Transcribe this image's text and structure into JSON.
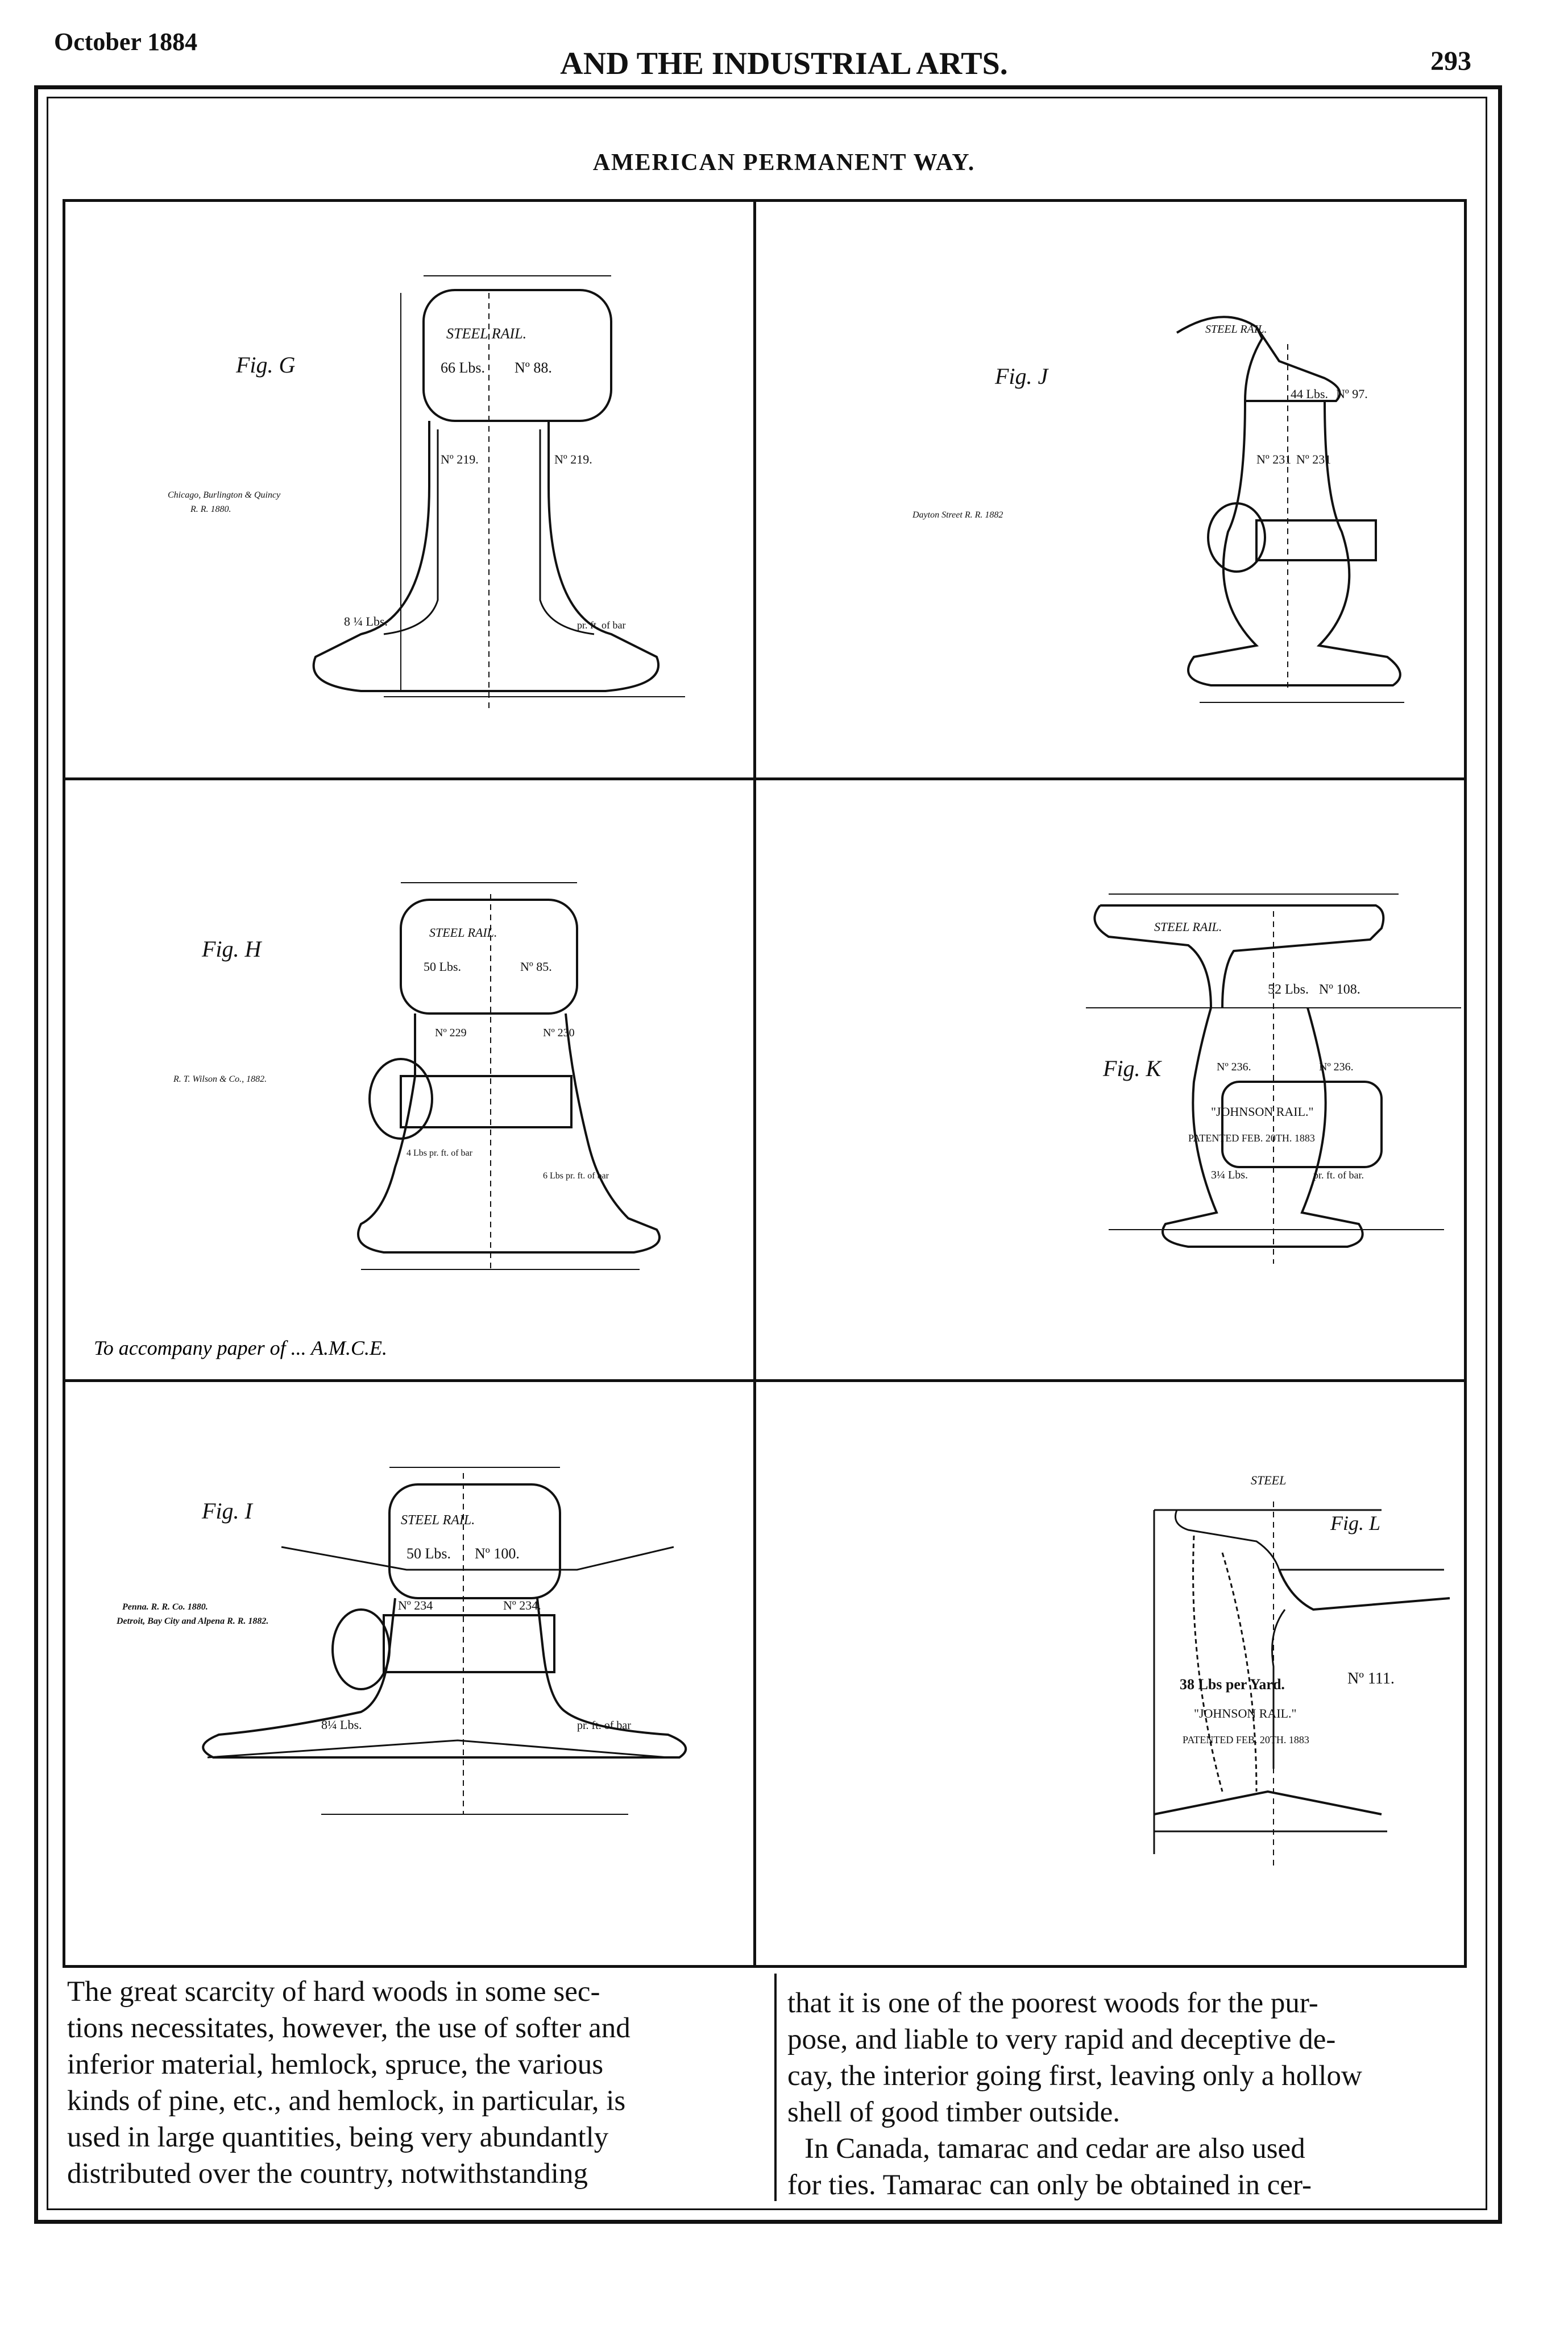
{
  "header": {
    "date": "October 1884",
    "running_title": "AND THE INDUSTRIAL ARTS.",
    "page_number": "293"
  },
  "plate": {
    "title": "AMERICAN PERMANENT WAY.",
    "signature": "To accompany paper of ... A.M.C.E.",
    "figures": {
      "g": {
        "label": "Fig. G",
        "rail_top": "STEEL RAIL.",
        "weight": "66 Lbs.",
        "number": "Nº 88.",
        "bar_left": "Nº 219.",
        "bar_right": "Nº 219.",
        "foot_left": "8 ¼ Lbs.",
        "foot_right": "pr. ft. of bar",
        "source_line1": "Chicago, Burlington & Quincy",
        "source_line2": "R. R. 1880."
      },
      "j": {
        "label": "Fig. J",
        "rail_top": "STEEL RAIL.",
        "weight": "44 Lbs.",
        "number": "Nº 97.",
        "bar_left": "Nº 231",
        "bar_right": "Nº 231",
        "source": "Dayton Street R. R. 1882"
      },
      "h": {
        "label": "Fig. H",
        "rail_top": "STEEL RAIL.",
        "weight": "50 Lbs.",
        "number": "Nº 85.",
        "bar_left": "Nº 229",
        "bar_right": "Nº 230",
        "foot_left": "4 Lbs pr. ft. of bar",
        "foot_right": "6 Lbs pr. ft. of bar",
        "source": "R. T. Wilson & Co., 1882."
      },
      "k": {
        "label": "Fig. K",
        "rail_top": "STEEL RAIL.",
        "weight": "52 Lbs.",
        "number": "Nº 108.",
        "bar_left": "Nº 236.",
        "bar_right": "Nº 236.",
        "johnson": "\"JOHNSON RAIL.\"",
        "patent": "PATENTED FEB. 20TH. 1883",
        "foot_left": "3¼ Lbs.",
        "foot_right": "pr. ft. of bar."
      },
      "i": {
        "label": "Fig. I",
        "rail_top": "STEEL RAIL.",
        "weight": "50 Lbs.",
        "number": "Nº 100.",
        "bar_left": "Nº 234",
        "bar_right": "Nº 234.",
        "foot_left": "8¼ Lbs.",
        "foot_right": "pr. ft. of bar",
        "source_line1": "Penna. R. R. Co. 1880.",
        "source_line2": "Detroit, Bay City and Alpena R. R. 1882."
      },
      "l": {
        "label": "Fig. L",
        "rail_top": "STEEL",
        "weight": "38 Lbs per Yard.",
        "number": "Nº 111.",
        "johnson": "\"JOHNSON RAIL.\"",
        "patent": "PATENTED FEB. 20TH. 1883"
      }
    }
  },
  "body": {
    "left_column": [
      "The great scarcity of hard woods in some sec-",
      "tions necessitates, however, the use of softer and",
      "inferior material, hemlock, spruce, the various",
      "kinds of pine, etc., and hemlock, in particular, is",
      "used in large quantities, being very abundantly",
      "distributed over the country, notwithstanding"
    ],
    "right_column": [
      "that it is one of the poorest woods for the pur-",
      "pose, and liable to very rapid and deceptive de-",
      "cay, the interior going first, leaving only a hollow",
      "shell of good timber outside.",
      "In Canada, tamarac and cedar are also used",
      "for ties. Tamarac can only be obtained in cer-"
    ]
  }
}
